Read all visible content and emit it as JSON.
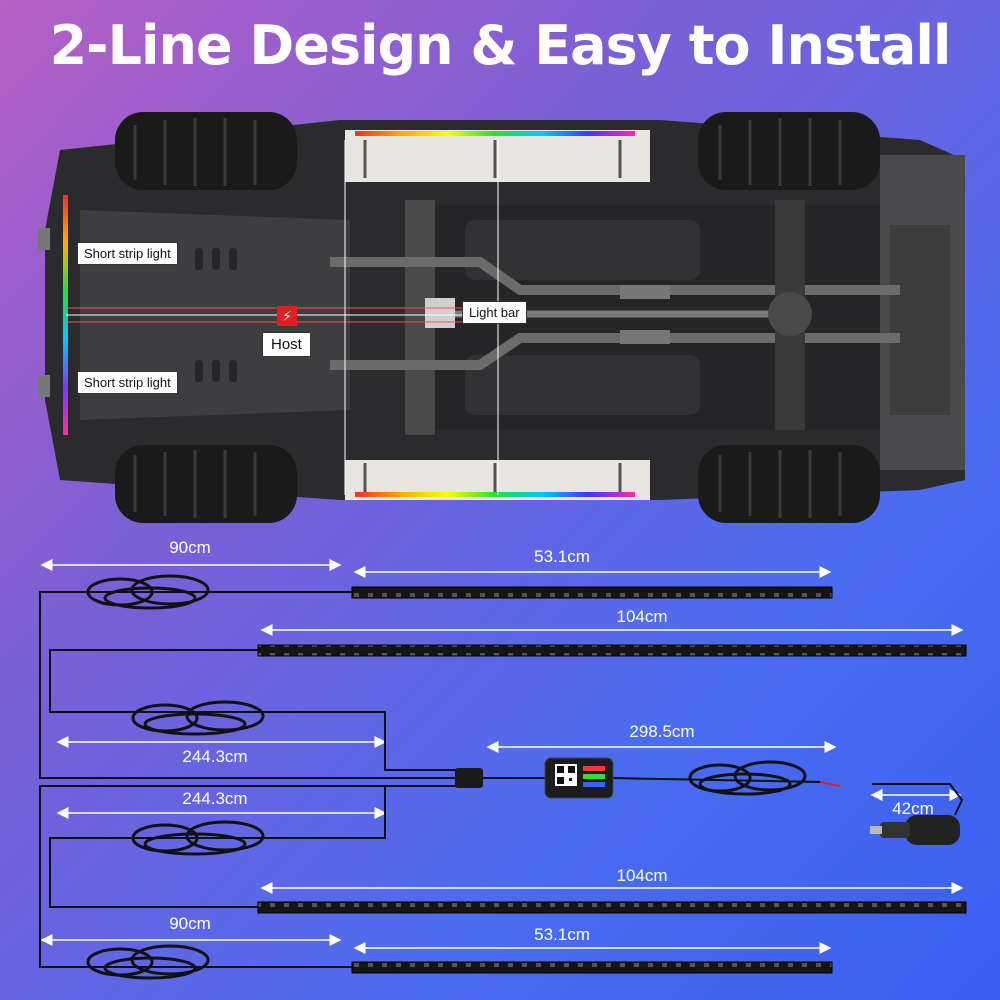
{
  "title": "2-Line Design & Easy to Install",
  "car_labels": {
    "short_strip_top": "Short strip light",
    "short_strip_bottom": "Short strip light",
    "light_bar": "Light bar",
    "host": "Host"
  },
  "dimensions": {
    "cable_top": "90cm",
    "strip_top_short": "53.1cm",
    "strip_top_long": "104cm",
    "cable_upper": "244.3cm",
    "power_cable": "298.5cm",
    "cable_lower": "244.3cm",
    "plug_cable": "42cm",
    "strip_bottom_long": "104cm",
    "cable_bottom": "90cm",
    "strip_bottom_short": "53.1cm"
  },
  "colors": {
    "bg_start": "#b65fc6",
    "bg_end": "#3a5ef0",
    "accent_red": "#e02020"
  }
}
